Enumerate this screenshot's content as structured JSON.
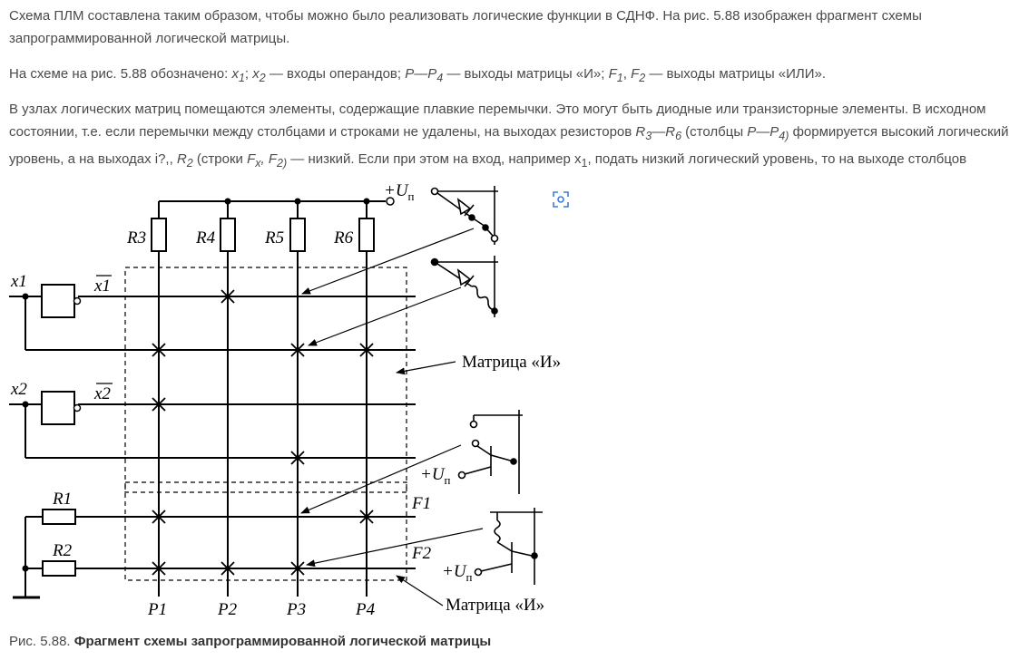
{
  "paragraphs": {
    "p1": "Схема ПЛМ составлена таким образом, чтобы можно было реализовать логические функции в СДНФ. На рис. 5.88 изображен фрагмент схемы запрограммированной логической матрицы.",
    "p2": {
      "a": "На схеме на рис. 5.88 обозначено: ",
      "x1": "x",
      "x1_sub": "1",
      "sep1": "; ",
      "x2": "x",
      "x2_sub": "2",
      "b": " — входы операндов; ",
      "p": "P—P",
      "p_sub": "4",
      "c": " — выходы матрицы «И»; ",
      "f1": "F",
      "f1_sub": "1",
      "sep2": ", ",
      "f2": "F",
      "f2_sub": "2",
      "d": " — выходы матрицы «ИЛИ»."
    },
    "p3": {
      "a": "В узлах логических матриц помещаются элементы, содержащие плавкие перемычки. Это могут быть диодные или транзисторные элементы. В исходном состоянии, т.е. если перемычки между столбцами и строками не удалены, на выходах резисторов ",
      "r": "R",
      "r_sub1": "3",
      "r_dash": "—R",
      "r_sub2": "6",
      "b": " (столбцы ",
      "pp": "P—P",
      "pp_sub": "4)",
      "c": " формируется высокий логический уровень, а на выходах i?,, ",
      "r2": "R",
      "r2_sub": "2",
      "d": " (строки ",
      "fx": "F",
      "fx_sub": "x",
      "e": ", ",
      "f2": "F",
      "f2_sub": "2)",
      "f": " — низкий. Если при этом на вход, например x",
      "x_sub": "1",
      "g": ", подать низкий логический уровень, то на выходе столбцов"
    }
  },
  "caption": {
    "prefix": "Рис. 5.88. ",
    "title": "Фрагмент схемы запрограммированной логической матрицы"
  },
  "diagram": {
    "supply": "+U",
    "supply_sub": "п",
    "resistors": [
      "R3",
      "R4",
      "R5",
      "R6"
    ],
    "inputs": [
      "x1",
      "x2"
    ],
    "inverted": [
      "x1",
      "x2"
    ],
    "or_resistors": [
      "R1",
      "R2"
    ],
    "outputs_f": [
      "F1",
      "F2"
    ],
    "columns": [
      "P1",
      "P2",
      "P3",
      "P4"
    ],
    "label_and_matrix": "Матрица «И»",
    "label_bottom_matrix": "Матрица «И»"
  }
}
